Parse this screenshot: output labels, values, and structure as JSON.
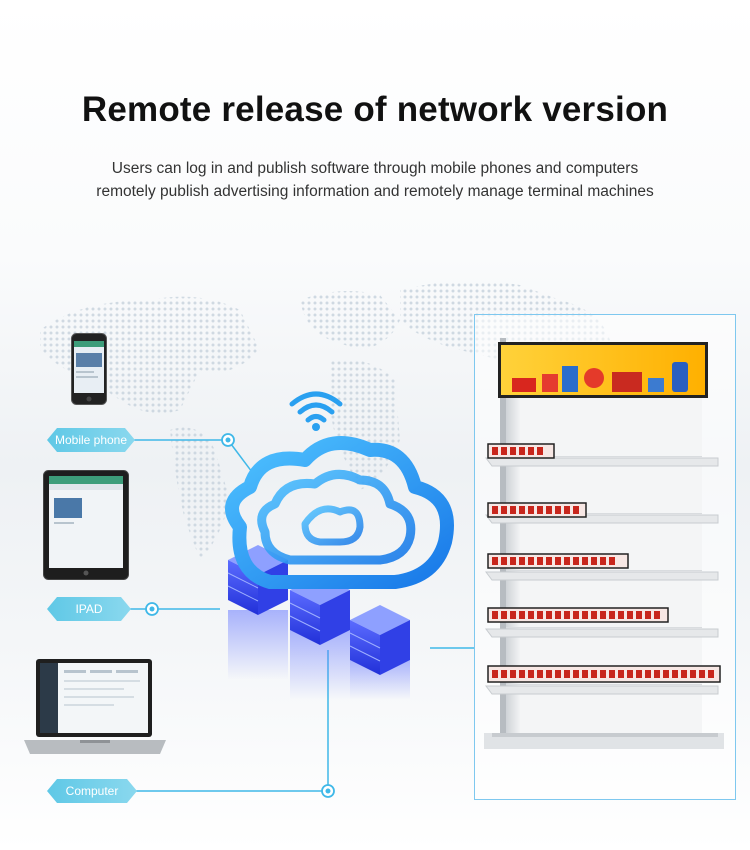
{
  "header": {
    "title": "Remote release of network version",
    "subtitle_line1": "Users can log in and publish software through mobile phones and computers",
    "subtitle_line2": "remotely publish advertising information and remotely manage terminal machines"
  },
  "devices": [
    {
      "label": "Mobile phone",
      "icon": "smartphone-icon"
    },
    {
      "label": "IPAD",
      "icon": "tablet-icon"
    },
    {
      "label": "Computer",
      "icon": "laptop-icon"
    }
  ],
  "center": {
    "icons": [
      "wifi-icon",
      "cloud-icon",
      "server-stack-icon"
    ]
  },
  "shelf": {
    "icon": "supermarket-shelf-icon",
    "strip_display_count": 5
  },
  "colors": {
    "accent": "#3fb8e8",
    "cloud_blue": "#2aa0f0",
    "server_blue": "#3a4ef0",
    "label_cyan": "#6fd0ea",
    "frame_blue": "#7ec8ef"
  }
}
